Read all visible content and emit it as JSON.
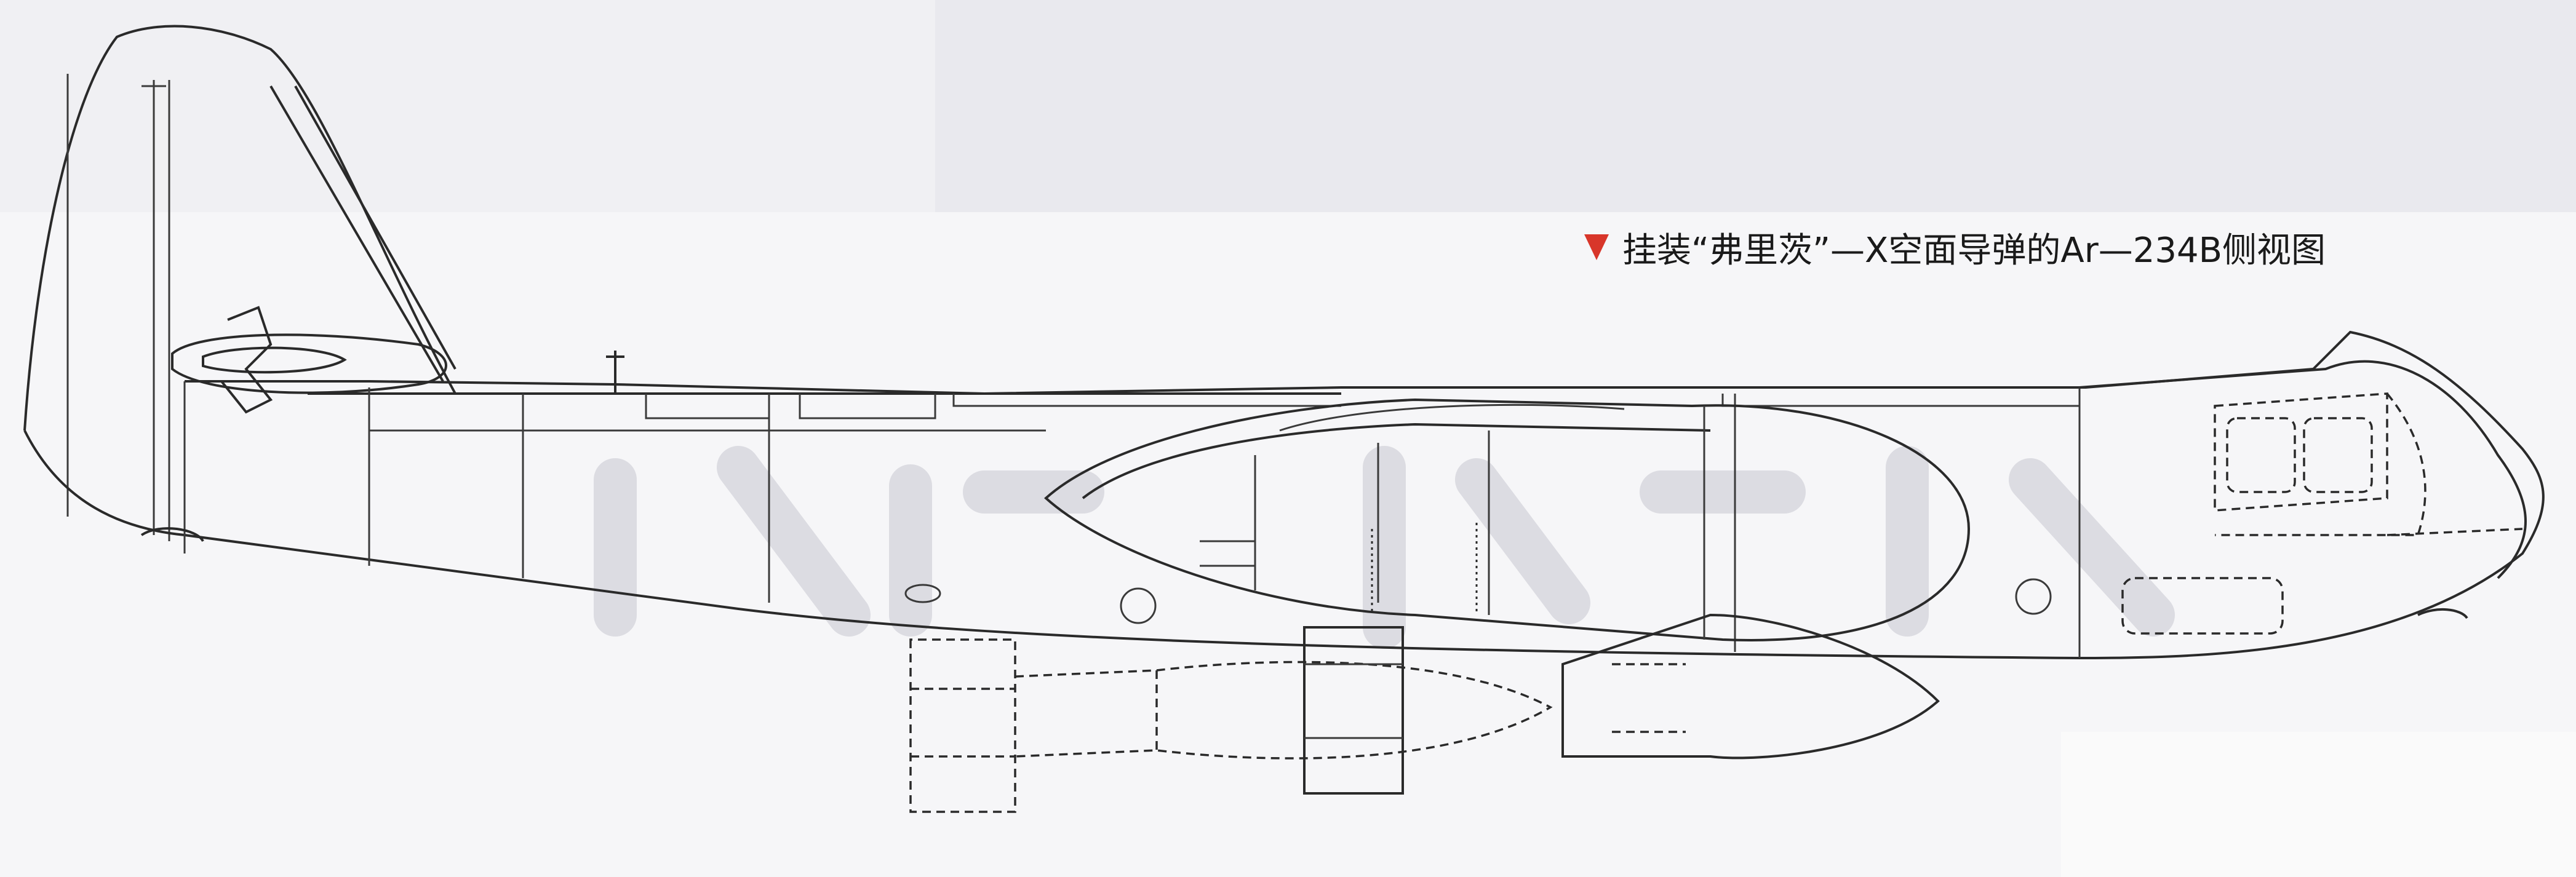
{
  "caption": {
    "marker_icon": "triangle-down-marker",
    "marker_color": "#d8362a",
    "text": "挂装“弗里茨”—X空面导弹的Ar—234B侧视图"
  },
  "drawing": {
    "subject": "Ar—234B"
  }
}
